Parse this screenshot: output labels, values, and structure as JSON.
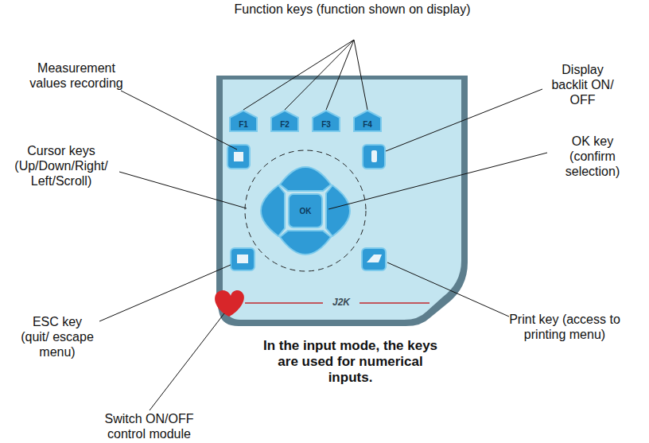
{
  "diagram": {
    "nodes": [
      {
        "text": [
          "F1"
        ]
      },
      {
        "text": [
          "F2"
        ]
      },
      {
        "text": [
          "F3"
        ]
      },
      {
        "text": [
          "F4"
        ]
      },
      {
        "text": [
          "OK"
        ]
      }
    ],
    "labels": [
      "Function keys (function shown on display)",
      "Measurement values recording",
      "Display backlit ON/ OFF",
      "Cursor keys (Up/Down/Right/ Left/Scroll)",
      "OK key (confirm selection)",
      "ESC key (quit/ escape menu)",
      "Print key (access to printing menu)",
      "Switch ON/OFF control module",
      "In the input mode, the keys are used for numerical inputs.",
      "J2K"
    ]
  }
}
